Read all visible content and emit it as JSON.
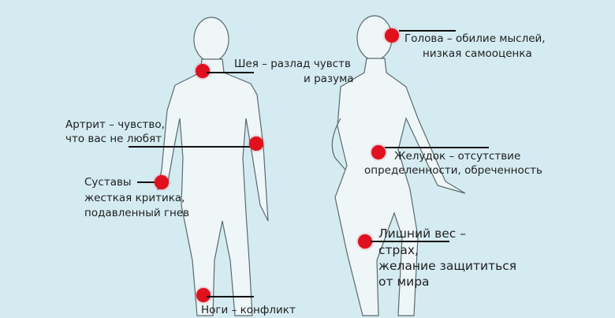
{
  "title": "Body points and emotional causes",
  "accent_color": "#e0101e",
  "background_color": "#d5ebf2",
  "labels": {
    "head": [
      "Голова – обилие мыслей,",
      "низкая самооценка"
    ],
    "neck": [
      "Шея – разлад чувств",
      "и разума"
    ],
    "arthritis": [
      "Артрит – чувство,",
      "что вас не любят"
    ],
    "joints": [
      "Суставы",
      "жесткая критика,",
      "подавленный гнев"
    ],
    "stomach": [
      "Желудок – отсутствие",
      "определенности, обреченность"
    ],
    "weight": [
      "Лишний вес –",
      "страх,",
      "желание защититься",
      "от мира"
    ],
    "legs": [
      "Ноги – конфликт"
    ]
  }
}
